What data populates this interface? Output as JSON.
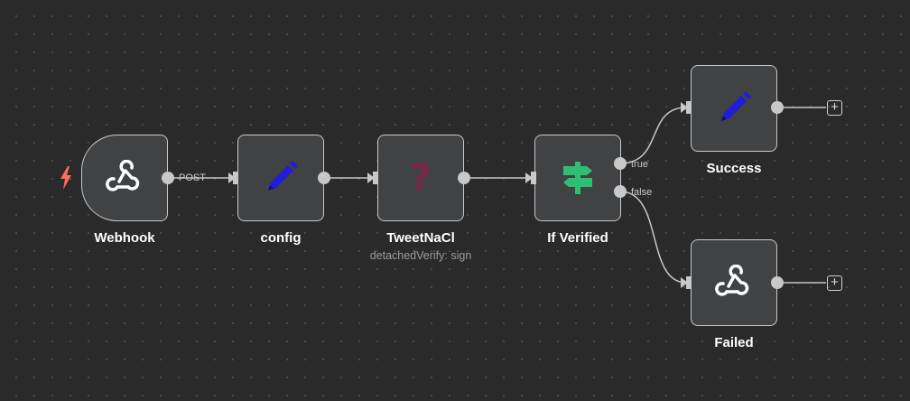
{
  "nodes": [
    {
      "id": "webhook",
      "label": "Webhook",
      "icon": "webhook-icon",
      "type": "trigger"
    },
    {
      "id": "config",
      "label": "config",
      "icon": "pencil-icon"
    },
    {
      "id": "tweetnacl",
      "label": "TweetNaCl",
      "subtitle": "detachedVerify: sign",
      "icon": "question-mark-icon"
    },
    {
      "id": "if-verified",
      "label": "If Verified",
      "icon": "signpost-icon"
    },
    {
      "id": "success",
      "label": "Success",
      "icon": "pencil-icon"
    },
    {
      "id": "failed",
      "label": "Failed",
      "icon": "webhook-icon"
    }
  ],
  "edges": [
    {
      "from": "webhook",
      "to": "config",
      "label": "POST"
    },
    {
      "from": "config",
      "to": "tweetnacl",
      "label": ""
    },
    {
      "from": "tweetnacl",
      "to": "if-verified",
      "label": ""
    },
    {
      "from": "if-verified",
      "to": "success",
      "label": "true"
    },
    {
      "from": "if-verified",
      "to": "failed",
      "label": "false"
    }
  ],
  "add_button": {
    "symbol": "+"
  },
  "colors": {
    "background": "#2a2a2a",
    "node_fill": "#414244",
    "node_border": "#c8c8c8",
    "connector": "#c8c8c8",
    "trigger_bolt": "#ff6d5a",
    "pencil": "#1f1fd6",
    "question": "#7a2745",
    "signpost": "#2fbf71"
  }
}
